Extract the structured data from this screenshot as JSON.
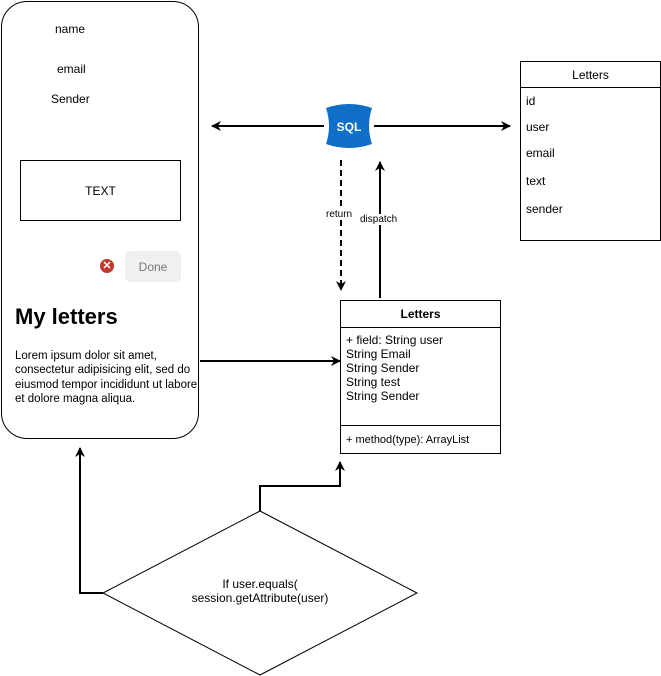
{
  "phone": {
    "name_label": "name",
    "email_label": "email",
    "sender_label": "Sender",
    "text_box": "TEXT",
    "done_label": "Done",
    "heading": "My letters",
    "body_text": "Lorem ipsum dolor sit amet, consectetur adipisicing elit, sed do eiusmod tempor incididunt ut labore et dolore magna aliqua."
  },
  "db": {
    "label": "SQL",
    "color": "#0f6fc6"
  },
  "edges": {
    "return_label": "return",
    "dispatch_label": "dispatch"
  },
  "letters_table": {
    "title": "Letters",
    "fields": [
      "id",
      "user",
      "email",
      "text",
      "sender"
    ]
  },
  "letters_class": {
    "title": "Letters",
    "fields": [
      "+ field: String user",
      "String Email",
      "String Sender",
      "String test",
      "String Sender"
    ],
    "method": "+ method(type): ArrayList"
  },
  "condition": {
    "line1": "If user.equals(",
    "line2": "session.getAttribute(user)"
  },
  "colors": {
    "cancel": "#c0392b",
    "done_bg": "#f0f0f0"
  }
}
